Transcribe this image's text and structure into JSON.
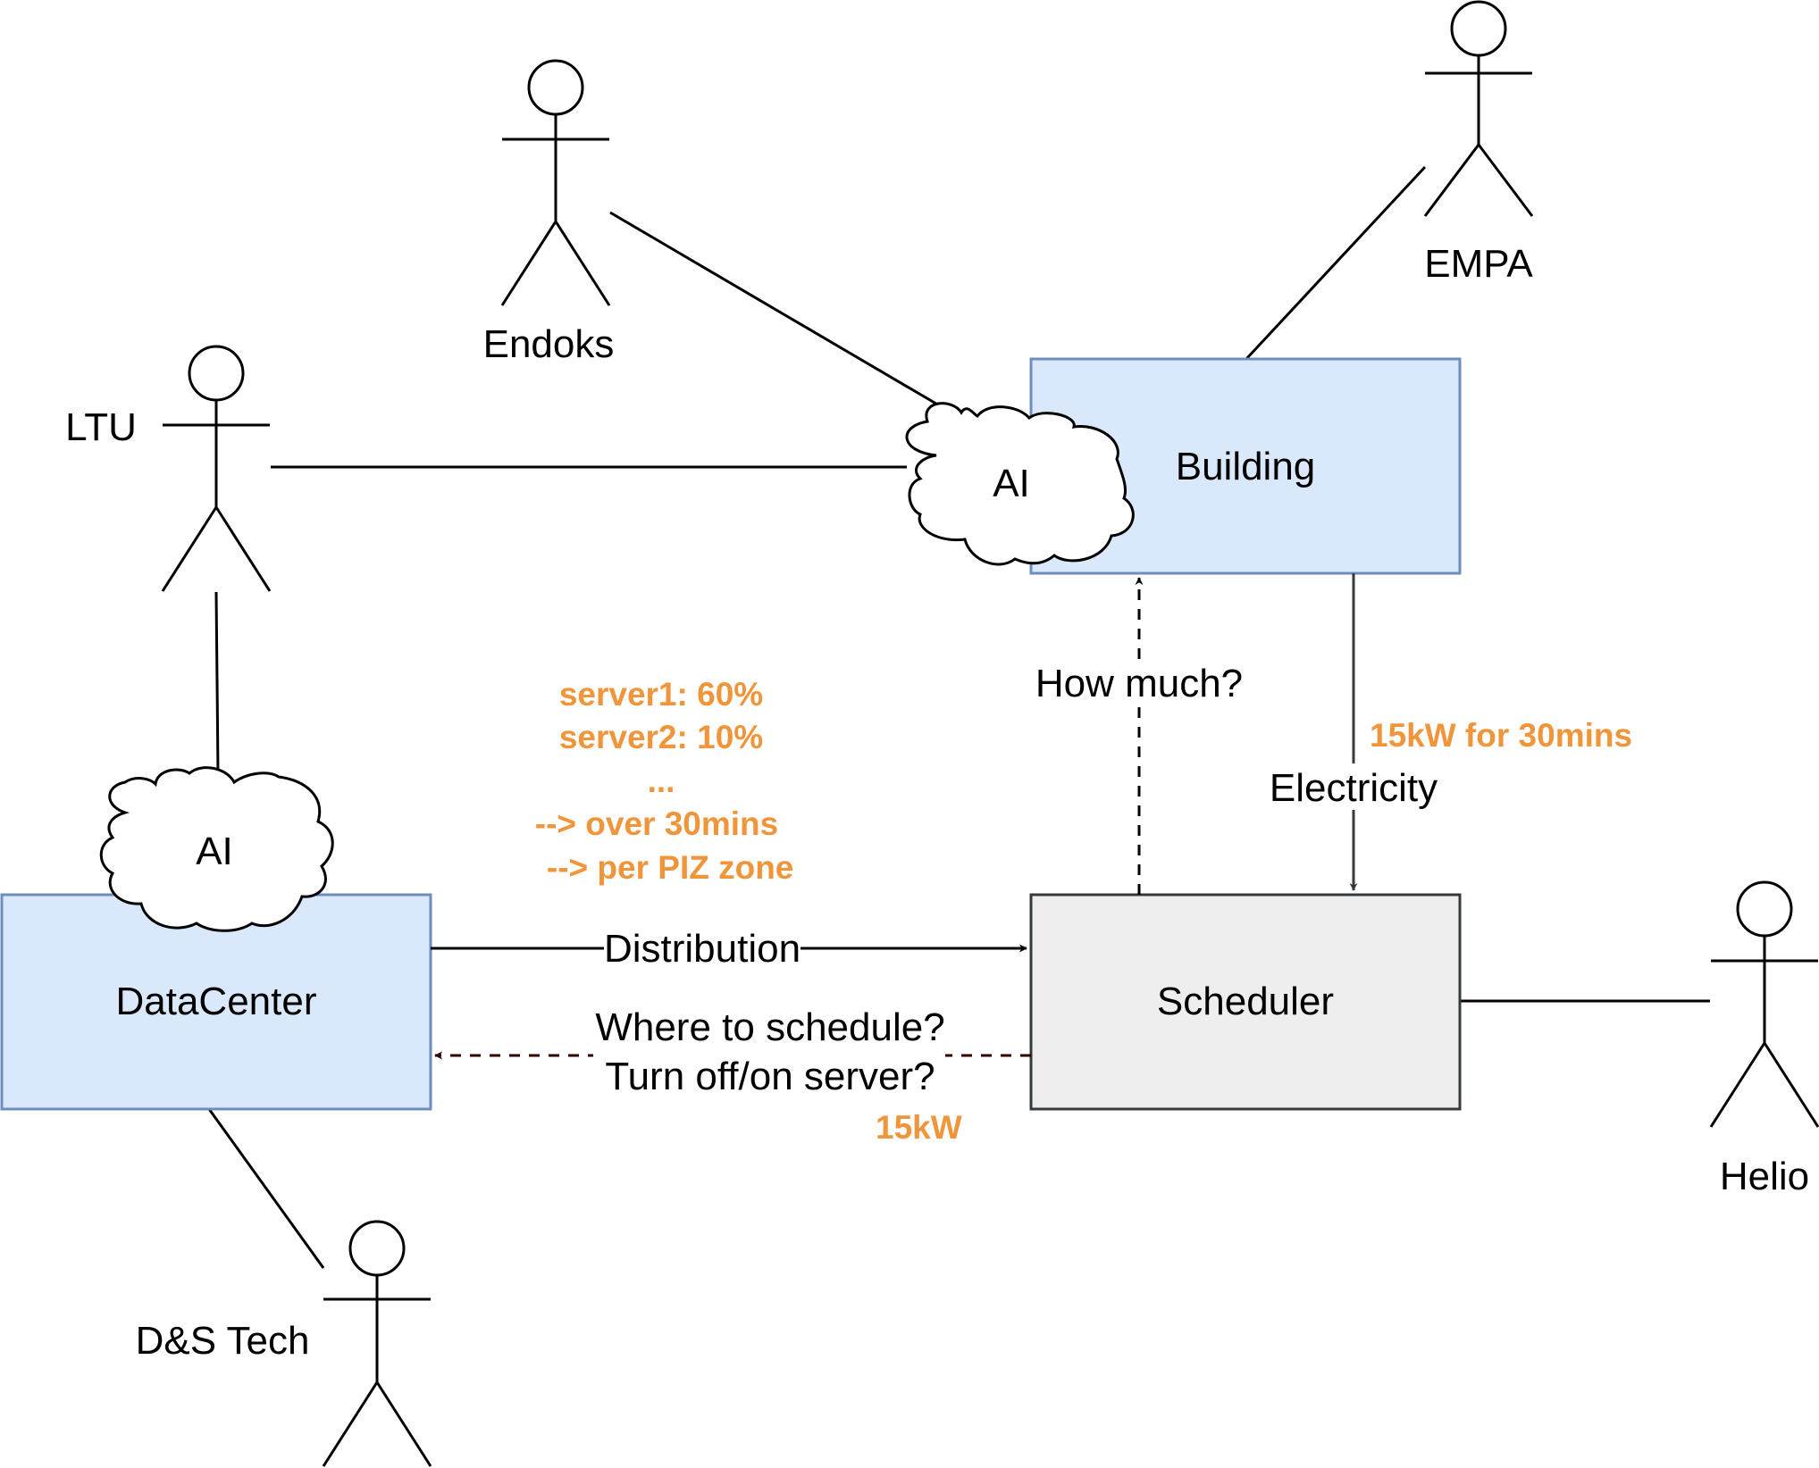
{
  "colors": {
    "box_fill_blue": "#dae8fc",
    "box_stroke_blue": "#6c8ebf",
    "box_fill_gray": "#eeeeee",
    "box_stroke_gray": "#36393d",
    "annotation_orange": "#f0953a",
    "dashed_arrow_dark_red": "#330000",
    "gray_arrow": "#36393d"
  },
  "boxes": {
    "building": "Building",
    "datacenter": "DataCenter",
    "scheduler": "Scheduler"
  },
  "clouds": {
    "building_ai": "AI",
    "datacenter_ai": "AI"
  },
  "actors": {
    "endoks": "Endoks",
    "empa": "EMPA",
    "ltu": "LTU",
    "ds_tech": "D&S Tech",
    "helio": "Helio"
  },
  "edges": {
    "how_much": "How much?",
    "electricity": "Electricity",
    "distribution": "Distribution",
    "where_to_schedule_line1": "Where to schedule?",
    "where_to_schedule_line2": "Turn off/on server?"
  },
  "annotations": {
    "server_lines": [
      "server1: 60%",
      "server2: 10%",
      "...",
      "--> over 30mins",
      " --> per PIZ zone"
    ],
    "electricity_amount": "15kW for 30mins",
    "schedule_amount": "15kW"
  }
}
